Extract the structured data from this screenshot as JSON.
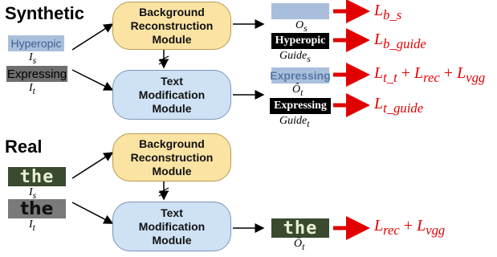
{
  "sections": {
    "synthetic": "Synthetic",
    "real": "Real"
  },
  "modules": {
    "background": "Background Reconstruction Module",
    "background_lines": [
      "Background",
      "Reconstruction",
      "Module"
    ],
    "text": "Text Modification Module",
    "text_lines": [
      "Text",
      "Modification",
      "Module"
    ]
  },
  "synthetic": {
    "input_s_text": "Hyperopic",
    "input_s_label": "I",
    "input_s_sub": "s",
    "input_t_text": "Expressing",
    "input_t_label": "I",
    "input_t_sub": "t",
    "out_bg_label": "O",
    "out_bg_sub": "s",
    "guide_s_text": "Hyperopic",
    "guide_s_label": "Guide",
    "guide_s_sub": "s",
    "out_t_text": "Expressing",
    "out_t_label": "Ô",
    "out_t_sub": "t",
    "guide_t_text": "Expressing",
    "guide_t_label": "Guide",
    "guide_t_sub": "t"
  },
  "real": {
    "input_s_text": "the",
    "input_s_label": "I",
    "input_s_sub": "s",
    "input_t_text": "the",
    "input_t_label": "I",
    "input_t_sub": "t",
    "out_t_text": "the",
    "out_t_label": "Ô",
    "out_t_sub": "t"
  },
  "losses": {
    "l_b_s": {
      "main": "L",
      "sub": "b_s"
    },
    "l_b_guide": {
      "main": "L",
      "sub": "b_guide"
    },
    "l_t_combo": [
      {
        "main": "L",
        "sub": "t_t"
      },
      {
        "op": " + "
      },
      {
        "main": "L",
        "sub": "rec"
      },
      {
        "op": " + "
      },
      {
        "main": "L",
        "sub": "vgg"
      }
    ],
    "l_t_guide": {
      "main": "L",
      "sub": "t_guide"
    },
    "l_real_combo": [
      {
        "main": "L",
        "sub": "rec"
      },
      {
        "op": " + "
      },
      {
        "main": "L",
        "sub": "vgg"
      }
    ]
  },
  "no_gradient_symbol": "↓",
  "colors": {
    "background_module": "#fbe3a3",
    "text_module": "#cfe1f5",
    "loss_red": "#e00000",
    "arrow_black": "#000000"
  }
}
